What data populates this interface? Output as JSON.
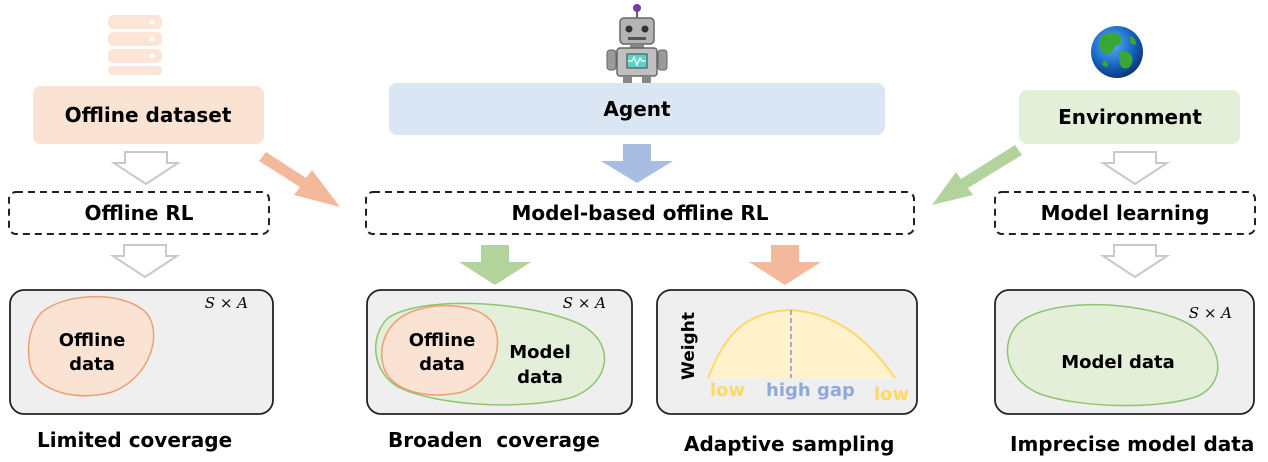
{
  "sources": {
    "offline_dataset": "Offline dataset",
    "agent": "Agent",
    "environment": "Environment"
  },
  "methods": {
    "offline_rl": "Offline RL",
    "model_based_offline_rl": "Model-based offline RL",
    "model_learning": "Model learning"
  },
  "space_label": "S × A",
  "panels": {
    "limited": {
      "offline_data_line1": "Offline",
      "offline_data_line2": "data"
    },
    "broaden": {
      "offline_data_line1": "Offline",
      "offline_data_line2": "data",
      "model_data_line1": "Model",
      "model_data_line2": "data"
    },
    "adaptive": {
      "ylabel": "Weight",
      "low_left": "low",
      "high_gap": "high gap",
      "low_right": "low"
    },
    "imprecise": {
      "model_data": "Model data"
    }
  },
  "captions": {
    "limited": "Limited coverage",
    "broaden": "Broaden  coverage",
    "adaptive": "Adaptive sampling",
    "imprecise": "Imprecise model data"
  },
  "colors": {
    "orange_fill": "#fbe3d4",
    "blue_fill": "#dbe6f4",
    "green_fill": "#e3efd9",
    "grey_arrow": "#d9d9d9",
    "blue_arrow": "#a9bde2",
    "green_arrow": "#b3d39c",
    "orange_arrow": "#f4b89a",
    "low_text": "#ffd966",
    "high_gap_text": "#8ea9db"
  },
  "icons": [
    "database-icon",
    "robot-icon",
    "globe-icon"
  ]
}
